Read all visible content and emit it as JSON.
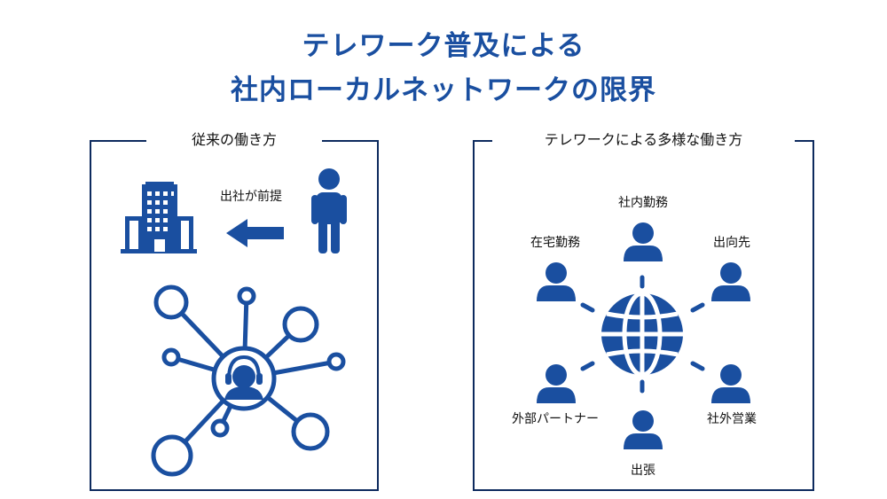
{
  "title": {
    "line1": "テレワーク普及による",
    "line2": "社内ローカルネットワークの限界"
  },
  "left_panel": {
    "title": "従来の働き方",
    "arrow_label": "出社が前提"
  },
  "right_panel": {
    "title": "テレワークによる多様な働き方",
    "nodes": [
      "社内勤務",
      "出向先",
      "在宅勤務",
      "外部パートナー",
      "社外営業",
      "出張"
    ]
  },
  "colors": {
    "accent": "#1a4fa0",
    "icon": "#1a4fa0",
    "border": "#0d2a5e"
  }
}
